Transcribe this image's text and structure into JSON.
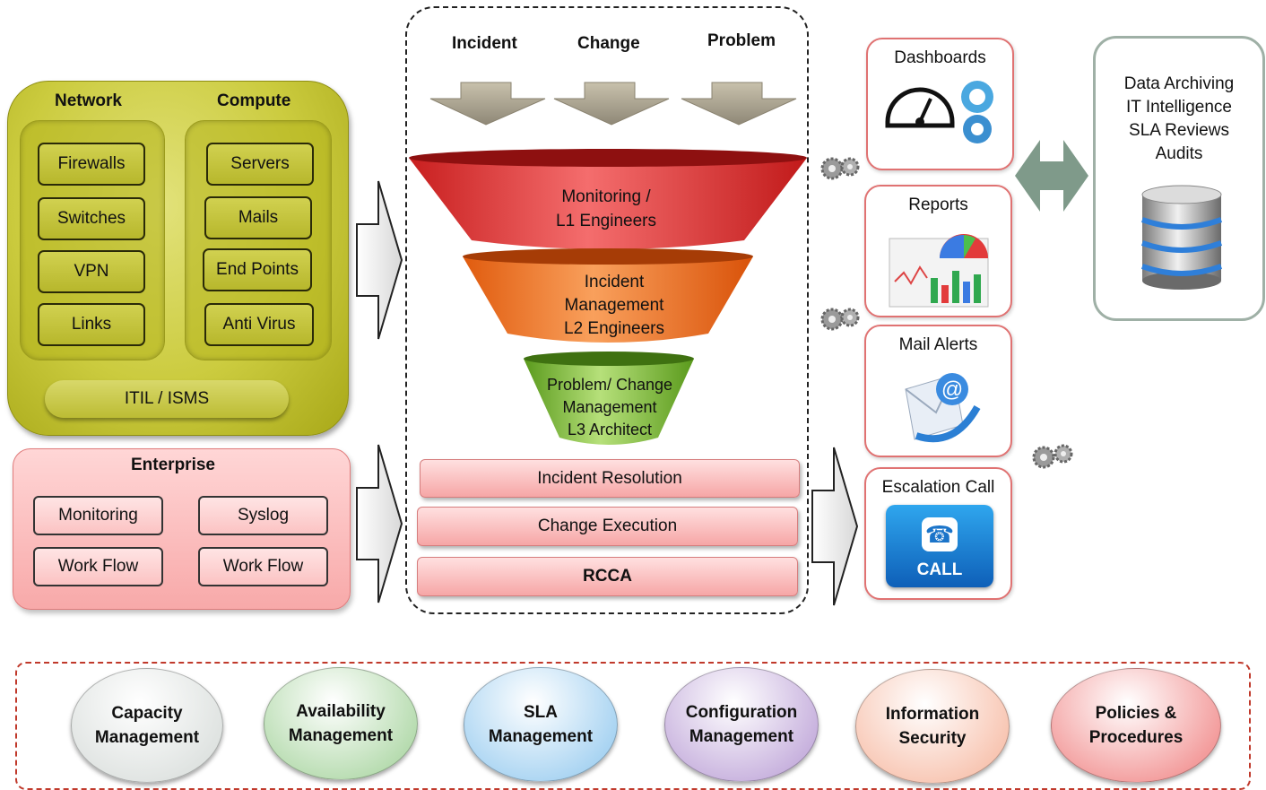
{
  "left": {
    "network": {
      "title": "Network",
      "items": [
        "Firewalls",
        "Switches",
        "VPN",
        "Links"
      ]
    },
    "compute": {
      "title": "Compute",
      "items": [
        "Servers",
        "Mails",
        "End Points",
        "Anti Virus"
      ]
    },
    "itil": "ITIL / ISMS",
    "enterprise": {
      "title": "Enterprise",
      "items": [
        "Monitoring",
        "Syslog",
        "Work Flow",
        "Work Flow"
      ]
    }
  },
  "center": {
    "inputs": [
      "Incident",
      "Change",
      "Problem"
    ],
    "funnel": [
      {
        "lines": [
          "Monitoring /",
          "L1 Engineers"
        ]
      },
      {
        "lines": [
          "Incident",
          "Management",
          "L2 Engineers"
        ]
      },
      {
        "lines": [
          "Problem/ Change",
          "Management",
          "L3 Architect"
        ]
      }
    ],
    "bars": [
      "Incident Resolution",
      "Change Execution",
      "RCCA"
    ]
  },
  "outputs": {
    "dashboards": "Dashboards",
    "reports": "Reports",
    "mail_alerts": "Mail Alerts",
    "escalation": "Escalation Call",
    "call_label": "CALL"
  },
  "archive": {
    "lines": [
      "Data Archiving",
      "IT Intelligence",
      "SLA Reviews",
      "Audits"
    ]
  },
  "bottom": [
    {
      "l1": "Capacity",
      "l2": "Management",
      "color": "#dfe3e1"
    },
    {
      "l1": "Availability",
      "l2": "Management",
      "color": "#b7dcb0"
    },
    {
      "l1": "SLA",
      "l2": "Management",
      "color": "#a9d4f2"
    },
    {
      "l1": "Configuration",
      "l2": "Management",
      "color": "#c8b2de"
    },
    {
      "l1": "Information",
      "l2": "Security",
      "color": "#f8c6b3"
    },
    {
      "l1": "Policies &",
      "l2": "Procedures",
      "color": "#f39c9c"
    }
  ]
}
